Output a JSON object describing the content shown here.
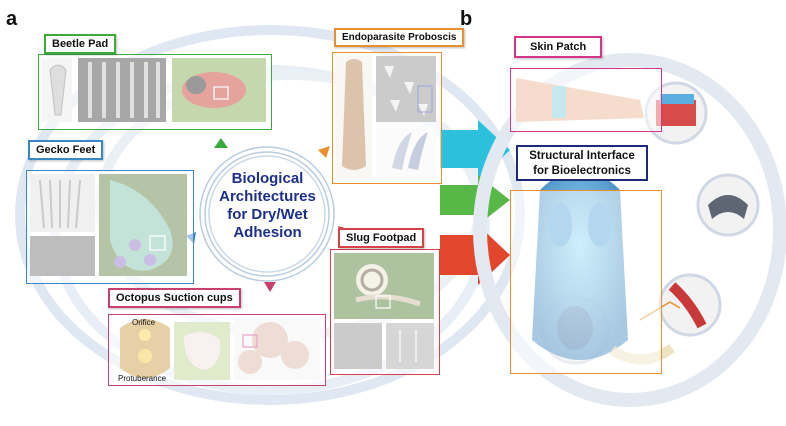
{
  "panels": {
    "a": "a",
    "b": "b"
  },
  "center_title": {
    "line1": "Biological",
    "line2": "Architectures",
    "line3": "for Dry/Wet",
    "line4": "Adhesion"
  },
  "modules": {
    "beetle": {
      "label": "Beetle Pad",
      "color": "#3daa3d"
    },
    "gecko": {
      "label": "Gecko Feet",
      "color": "#3a86c8"
    },
    "octopus": {
      "label": "Octopus Suction cups",
      "color": "#c8416b"
    },
    "endoparasite": {
      "label": "Endoparasite Proboscis",
      "color": "#e8902e"
    },
    "slug": {
      "label": "Slug Footpad",
      "color": "#d9414a"
    }
  },
  "octopus_labels": {
    "orifice": "Orifice",
    "protuberance": "Protuberance"
  },
  "panel_b": {
    "skin_patch": {
      "label": "Skin Patch",
      "color": "#d4358a"
    },
    "interface": {
      "line1": "Structural Interface",
      "line2": "for Bioelectronics",
      "color": "#1d2a7a"
    }
  }
}
